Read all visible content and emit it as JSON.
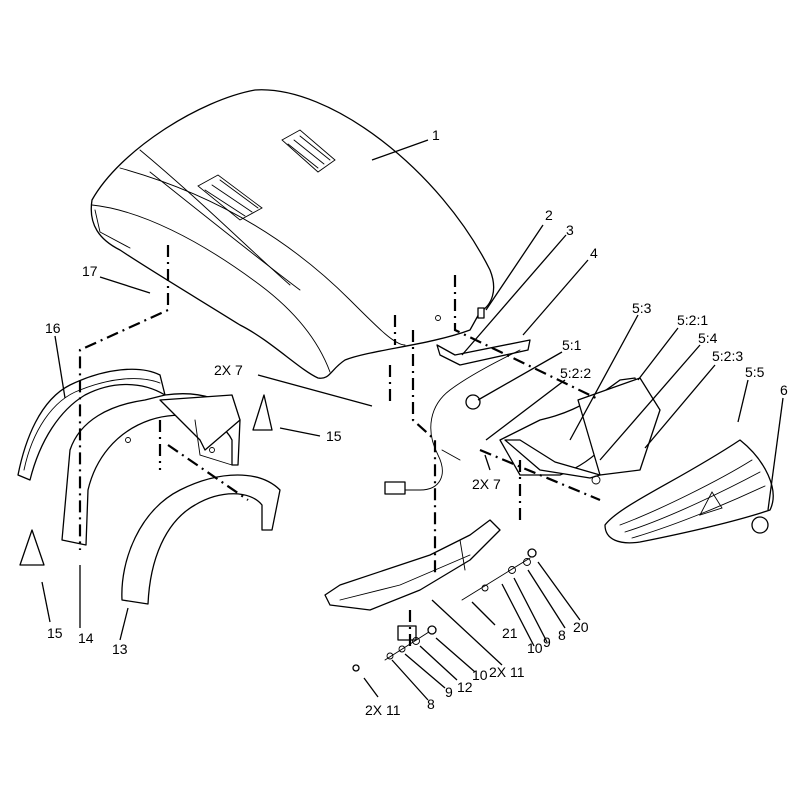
{
  "callouts": [
    {
      "id": "c-1",
      "text": "1"
    },
    {
      "id": "c-2",
      "text": "2"
    },
    {
      "id": "c-3",
      "text": "3"
    },
    {
      "id": "c-4",
      "text": "4"
    },
    {
      "id": "c-5-1",
      "text": "5:1"
    },
    {
      "id": "c-5-2-2",
      "text": "5:2:2"
    },
    {
      "id": "c-5-3",
      "text": "5:3"
    },
    {
      "id": "c-5-2-1",
      "text": "5:2:1"
    },
    {
      "id": "c-5-4",
      "text": "5:4"
    },
    {
      "id": "c-5-2-3",
      "text": "5:2:3"
    },
    {
      "id": "c-5-5",
      "text": "5:5"
    },
    {
      "id": "c-6",
      "text": "6"
    },
    {
      "id": "c-17",
      "text": "17"
    },
    {
      "id": "c-16",
      "text": "16"
    },
    {
      "id": "c-2x7-left",
      "text": "2X 7"
    },
    {
      "id": "c-15-right",
      "text": "15"
    },
    {
      "id": "c-2x7-center",
      "text": "2X 7"
    },
    {
      "id": "c-15-left",
      "text": "15"
    },
    {
      "id": "c-14",
      "text": "14"
    },
    {
      "id": "c-13",
      "text": "13"
    },
    {
      "id": "c-20",
      "text": "20"
    },
    {
      "id": "c-8-right",
      "text": "8"
    },
    {
      "id": "c-9-right",
      "text": "9"
    },
    {
      "id": "c-10-right",
      "text": "10"
    },
    {
      "id": "c-21",
      "text": "21"
    },
    {
      "id": "c-2x11-right",
      "text": "2X 11"
    },
    {
      "id": "c-10-left",
      "text": "10"
    },
    {
      "id": "c-12",
      "text": "12"
    },
    {
      "id": "c-9-left",
      "text": "9"
    },
    {
      "id": "c-8-left",
      "text": "8"
    },
    {
      "id": "c-2x11-left",
      "text": "2X 11"
    }
  ]
}
